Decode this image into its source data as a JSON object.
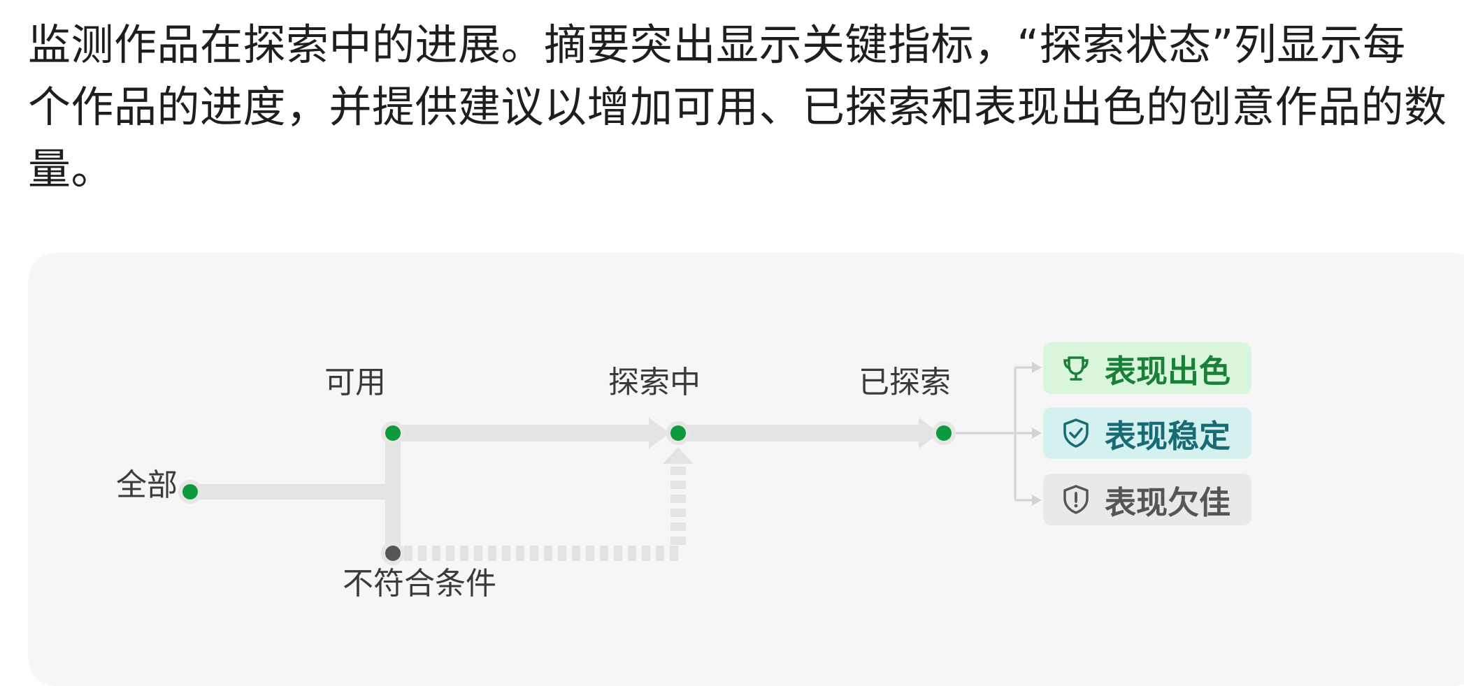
{
  "intro_text": "监测作品在探索中的进展。摘要突出显示关键指标，“探索状态”列显示每个作品的进度，并提供建议以增加可用、已探索和表现出色的创意作品的数量。",
  "diagram": {
    "nodes": {
      "all": "全部",
      "available": "可用",
      "ineligible": "不符合条件",
      "exploring": "探索中",
      "explored": "已探索"
    },
    "outcomes": {
      "excellent": {
        "label": "表现出色",
        "icon": "trophy-icon"
      },
      "stable": {
        "label": "表现稳定",
        "icon": "shield-check-icon"
      },
      "poor": {
        "label": "表现欠佳",
        "icon": "shield-alert-icon"
      }
    }
  },
  "colors": {
    "active_node": "#0c9a3c",
    "inactive_node": "#555555",
    "track": "#e3e3e3",
    "panel_bg": "#f6f6f6",
    "excellent_bg": "#d9f6dd",
    "excellent_fg": "#1a7f37",
    "stable_bg": "#d5f1ef",
    "stable_fg": "#176b74",
    "poor_bg": "#e9e9e9",
    "poor_fg": "#555555"
  }
}
